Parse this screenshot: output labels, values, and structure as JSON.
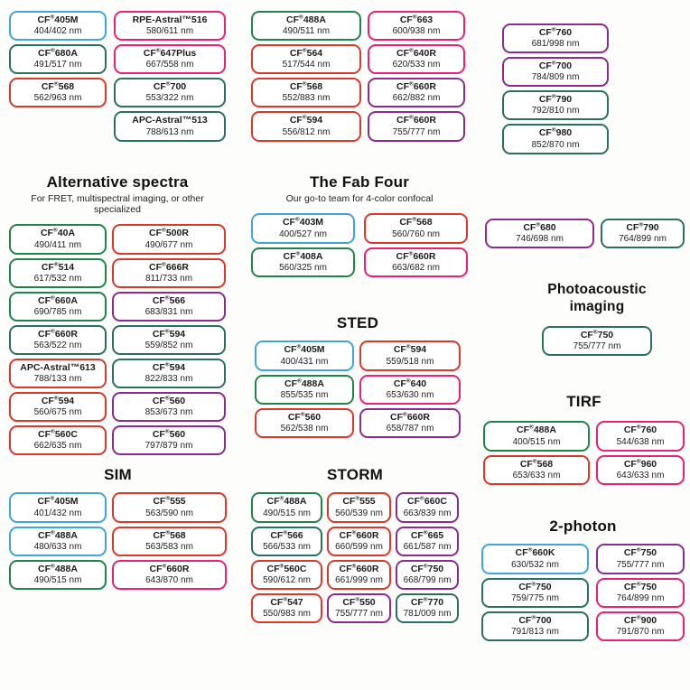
{
  "palette": {
    "blue": "#3fa4e0",
    "green": "#1e8449",
    "teal": "#2a6f5f",
    "red": "#d9392b",
    "pink": "#e92078",
    "purple": "#8b2b8c"
  },
  "sections": {
    "top_left": {
      "columns": [
        [
          {
            "name": "CF®405M",
            "range": "404/402 nm",
            "color": "blue"
          },
          {
            "name": "CF®680A",
            "range": "491/517 nm",
            "color": "teal"
          },
          {
            "name": "CF®568",
            "range": "562/963 nm",
            "color": "red"
          }
        ],
        [
          {
            "name": "RPE-Astral™516",
            "range": "580/611 nm",
            "color": "pink"
          },
          {
            "name": "CF®647Plus",
            "range": "667/558 nm",
            "color": "pink"
          },
          {
            "name": "CF®700",
            "range": "553/322 nm",
            "color": "teal"
          },
          {
            "name": "APC-Astral™513",
            "range": "788/613 nm",
            "color": "teal"
          }
        ]
      ]
    },
    "top_mid": {
      "columns": [
        [
          {
            "name": "CF®488A",
            "range": "490/511 nm",
            "color": "green"
          },
          {
            "name": "CF®564",
            "range": "517/544 nm",
            "color": "red"
          },
          {
            "name": "CF®568",
            "range": "552/883 nm",
            "color": "red"
          },
          {
            "name": "CF®594",
            "range": "556/812 nm",
            "color": "red"
          }
        ],
        [
          {
            "name": "CF®663",
            "range": "600/938 nm",
            "color": "pink"
          },
          {
            "name": "CF®640R",
            "range": "620/533 nm",
            "color": "pink"
          },
          {
            "name": "CF®660R",
            "range": "662/882 nm",
            "color": "purple"
          },
          {
            "name": "CF®660R",
            "range": "755/777 nm",
            "color": "purple"
          }
        ]
      ]
    },
    "top_right": {
      "columns": [
        [
          {
            "name": "CF®760",
            "range": "681/998 nm",
            "color": "purple"
          },
          {
            "name": "CF®700",
            "range": "784/809 nm",
            "color": "purple"
          },
          {
            "name": "CF®790",
            "range": "792/810 nm",
            "color": "teal"
          },
          {
            "name": "CF®980",
            "range": "852/870 nm",
            "color": "teal"
          }
        ]
      ]
    },
    "alt": {
      "title": "Alternative spectra",
      "subtitle": "For FRET, multispectral imaging, or other specialized",
      "columns": [
        [
          {
            "name": "CF®40A",
            "range": "490/411 nm",
            "color": "green"
          },
          {
            "name": "CF®514",
            "range": "617/532 nm",
            "color": "green"
          },
          {
            "name": "CF®660A",
            "range": "690/785 nm",
            "color": "green"
          },
          {
            "name": "CF®660R",
            "range": "563/522 nm",
            "color": "teal"
          },
          {
            "name": "APC-Astral™613",
            "range": "788/133 nm",
            "color": "red"
          },
          {
            "name": "CF®594",
            "range": "560/675 nm",
            "color": "red"
          },
          {
            "name": "CF®560C",
            "range": "662/635 nm",
            "color": "red"
          }
        ],
        [
          {
            "name": "CF®500R",
            "range": "490/677 nm",
            "color": "red"
          },
          {
            "name": "CF®666R",
            "range": "811/733 nm",
            "color": "red"
          },
          {
            "name": "CF®566",
            "range": "683/831 nm",
            "color": "purple"
          },
          {
            "name": "CF®594",
            "range": "559/852 nm",
            "color": "teal"
          },
          {
            "name": "CF®594",
            "range": "822/833 nm",
            "color": "teal"
          },
          {
            "name": "CF®560",
            "range": "853/673 nm",
            "color": "purple"
          },
          {
            "name": "CF®560",
            "range": "797/879 nm",
            "color": "purple"
          }
        ]
      ]
    },
    "fab": {
      "title": "The Fab Four",
      "subtitle": "Our go-to team for 4-color confocal",
      "columns": [
        [
          {
            "name": "CF®403M",
            "range": "400/527 nm",
            "color": "blue"
          },
          {
            "name": "CF®408A",
            "range": "560/325 nm",
            "color": "green"
          }
        ],
        [
          {
            "name": "CF®568",
            "range": "560/760 nm",
            "color": "red"
          },
          {
            "name": "CF®660R",
            "range": "663/682 nm",
            "color": "pink"
          }
        ]
      ]
    },
    "duo": {
      "columns": [
        [
          {
            "name": "CF®680",
            "range": "746/698 nm",
            "color": "purple"
          }
        ],
        [
          {
            "name": "CF®790",
            "range": "764/899 nm",
            "color": "teal"
          }
        ]
      ]
    },
    "photo": {
      "title": "Photoacoustic imaging",
      "columns": [
        [
          {
            "name": "CF®750",
            "range": "755/777 nm",
            "color": "teal"
          }
        ]
      ]
    },
    "sted": {
      "title": "STED",
      "columns": [
        [
          {
            "name": "CF®405M",
            "range": "400/431 nm",
            "color": "blue"
          },
          {
            "name": "CF®488A",
            "range": "855/535 nm",
            "color": "green"
          },
          {
            "name": "CF®560",
            "range": "562/538 nm",
            "color": "red"
          }
        ],
        [
          {
            "name": "CF®594",
            "range": "559/518 nm",
            "color": "red"
          },
          {
            "name": "CF®640",
            "range": "653/630 nm",
            "color": "pink"
          },
          {
            "name": "CF®660R",
            "range": "658/787 nm",
            "color": "purple"
          }
        ]
      ]
    },
    "tirf": {
      "title": "TIRF",
      "columns": [
        [
          {
            "name": "CF®488A",
            "range": "400/515 nm",
            "color": "green"
          },
          {
            "name": "CF®568",
            "range": "653/633 nm",
            "color": "red"
          }
        ],
        [
          {
            "name": "CF®760",
            "range": "544/638 nm",
            "color": "pink"
          },
          {
            "name": "CF®960",
            "range": "643/633 nm",
            "color": "pink"
          }
        ]
      ]
    },
    "sim": {
      "title": "SIM",
      "columns": [
        [
          {
            "name": "CF®405M",
            "range": "401/432 nm",
            "color": "blue"
          },
          {
            "name": "CF®488A",
            "range": "480/633 nm",
            "color": "blue"
          },
          {
            "name": "CF®488A",
            "range": "490/515 nm",
            "color": "green"
          }
        ],
        [
          {
            "name": "CF®555",
            "range": "563/590 nm",
            "color": "red"
          },
          {
            "name": "CF®568",
            "range": "563/583 nm",
            "color": "red"
          },
          {
            "name": "CF®660R",
            "range": "643/870 nm",
            "color": "pink"
          }
        ]
      ]
    },
    "storm": {
      "title": "STORM",
      "columns": [
        [
          {
            "name": "CF®488A",
            "range": "490/515 nm",
            "color": "green"
          },
          {
            "name": "CF®566",
            "range": "566/533 nm",
            "color": "teal"
          },
          {
            "name": "CF®560C",
            "range": "590/612 nm",
            "color": "red"
          },
          {
            "name": "CF®547",
            "range": "550/983 nm",
            "color": "red"
          }
        ],
        [
          {
            "name": "CF®555",
            "range": "560/539 nm",
            "color": "red"
          },
          {
            "name": "CF®660R",
            "range": "660/599 nm",
            "color": "red"
          },
          {
            "name": "CF®660R",
            "range": "661/999 nm",
            "color": "red"
          },
          {
            "name": "CF®550",
            "range": "755/777 nm",
            "color": "purple"
          }
        ],
        [
          {
            "name": "CF®660C",
            "range": "663/839 nm",
            "color": "purple"
          },
          {
            "name": "CF®665",
            "range": "661/587 nm",
            "color": "purple"
          },
          {
            "name": "CF®750",
            "range": "668/799 nm",
            "color": "purple"
          },
          {
            "name": "CF®770",
            "range": "781/009 nm",
            "color": "teal"
          }
        ]
      ]
    },
    "two_photon": {
      "title": "2-photon",
      "columns": [
        [
          {
            "name": "CF®660K",
            "range": "630/532 nm",
            "color": "blue"
          },
          {
            "name": "CF®750",
            "range": "759/775 nm",
            "color": "teal"
          },
          {
            "name": "CF®700",
            "range": "791/813 nm",
            "color": "teal"
          }
        ],
        [
          {
            "name": "CF®750",
            "range": "755/777 nm",
            "color": "purple"
          },
          {
            "name": "CF®750",
            "range": "764/899 nm",
            "color": "pink"
          },
          {
            "name": "CF®900",
            "range": "791/870 nm",
            "color": "pink"
          }
        ]
      ]
    }
  }
}
